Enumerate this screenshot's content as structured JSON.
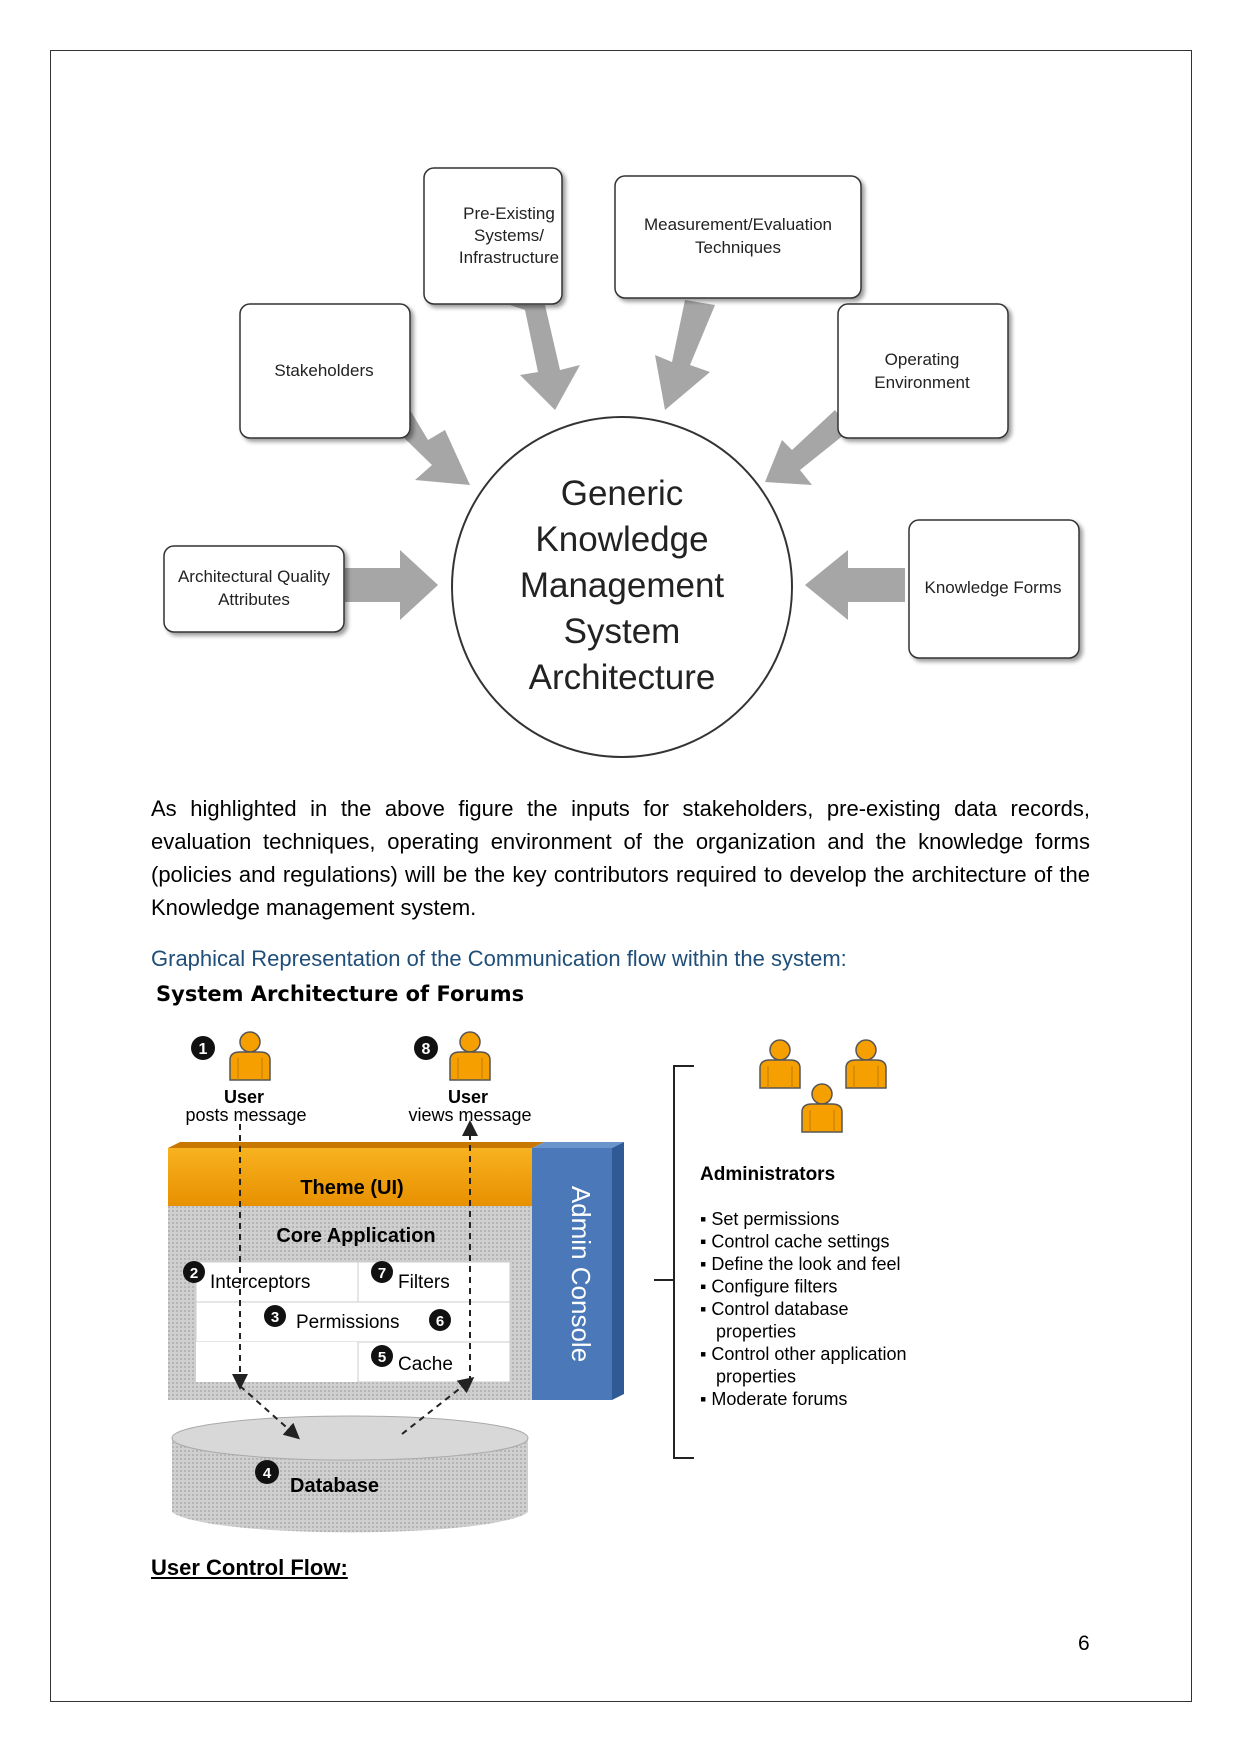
{
  "diagram1": {
    "center": [
      "Generic",
      "Knowledge",
      "Management",
      "System",
      "Architecture"
    ],
    "inputs": {
      "pre_existing": [
        "Pre-Existing",
        "Systems/",
        "Infrastructure"
      ],
      "measurement": [
        "Measurement/Evaluation",
        "Techniques"
      ],
      "stakeholders": [
        "Stakeholders"
      ],
      "operating": [
        "Operating",
        "Environment"
      ],
      "architectural": [
        "Architectural Quality",
        "Attributes"
      ],
      "knowledge_forms": [
        "Knowledge Forms"
      ]
    }
  },
  "paragraph": "As highlighted in the above figure the inputs for stakeholders, pre-existing data records, evaluation techniques, operating environment of the organization and the knowledge forms (policies and regulations) will be the key contributors required to develop the architecture of the Knowledge management system.",
  "subheading": "Graphical Representation of the Communication flow within the system:",
  "diagram2": {
    "title": "System Architecture of Forums",
    "user_post": {
      "num": "1",
      "label": "User",
      "sub": "posts message"
    },
    "user_view": {
      "num": "8",
      "label": "User",
      "sub": "views message"
    },
    "theme": "Theme (UI)",
    "core": "Core Application",
    "interceptors": {
      "num": "2",
      "label": "Interceptors"
    },
    "filters": {
      "num": "7",
      "label": "Filters"
    },
    "permissions": {
      "num_left": "3",
      "label": "Permissions",
      "num_right": "6"
    },
    "cache": {
      "num": "5",
      "label": "Cache"
    },
    "database": {
      "num": "4",
      "label": "Database"
    },
    "admin_console": "Admin Console",
    "administrators": "Administrators",
    "admin_items": [
      [
        "Set permissions"
      ],
      [
        "Control cache settings"
      ],
      [
        "Define the look and feel"
      ],
      [
        "Configure filters"
      ],
      [
        "Control database",
        "properties"
      ],
      [
        "Control other application",
        "properties"
      ],
      [
        "Moderate forums"
      ]
    ]
  },
  "user_control_flow": "User Control Flow:",
  "page_number": "6",
  "colors": {
    "orange": "#f5a000",
    "blue": "#4a78b8",
    "heading_blue": "#1f4e79",
    "arrow_gray": "#a6a6a6"
  }
}
